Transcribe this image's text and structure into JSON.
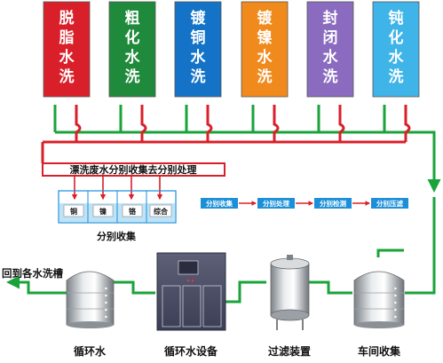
{
  "tanks": [
    {
      "label": "脱脂水洗",
      "color": "#d9202a"
    },
    {
      "label": "粗化水洗",
      "color": "#1f8a3b"
    },
    {
      "label": "镀铜水洗",
      "color": "#1473c7"
    },
    {
      "label": "镀镍水洗",
      "color": "#f08a1c"
    },
    {
      "label": "封闭水洗",
      "color": "#8a6bbf"
    },
    {
      "label": "钝化水洗",
      "color": "#3fb4e8"
    }
  ],
  "waste_note": "漂洗废水分别收集去分别处理",
  "bins": [
    "铜",
    "镍",
    "铬",
    "综合"
  ],
  "bins_caption": "分别收集",
  "process_steps": [
    "分别收集",
    "分别处理",
    "分别检测",
    "分别压滤"
  ],
  "return_label": "回到各水洗槽",
  "equipment": [
    {
      "label": "循环水"
    },
    {
      "label": "循环水设备"
    },
    {
      "label": "过滤装置"
    },
    {
      "label": "车间收集"
    }
  ],
  "colors": {
    "green_pipe": "#1aa33a",
    "red_pipe": "#d9202a",
    "blue_box": "#1b8fd8",
    "water": "#bfe3f6"
  }
}
